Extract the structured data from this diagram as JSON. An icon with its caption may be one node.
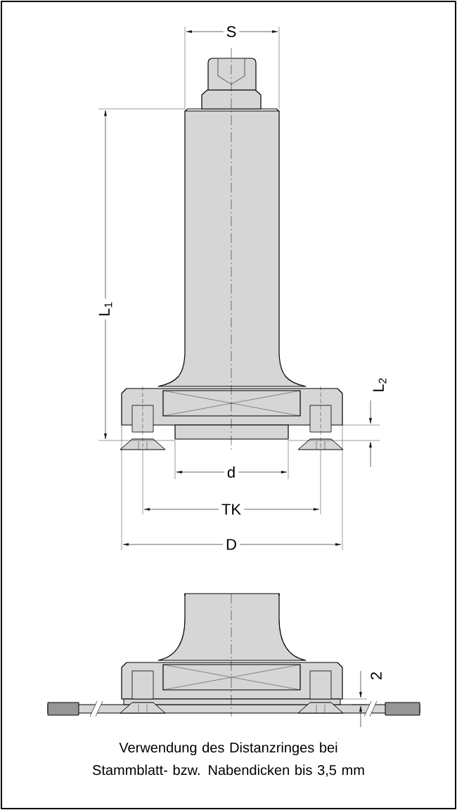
{
  "diagram": {
    "caption": "Verwendung des Distanzringes bei Stammblatt- bzw. Nabendicken bis 3,5 mm",
    "labels": [
      "S",
      "L$_{1}$",
      "L$_{2}$",
      "d",
      "TK",
      "D",
      "2"
    ]
  }
}
